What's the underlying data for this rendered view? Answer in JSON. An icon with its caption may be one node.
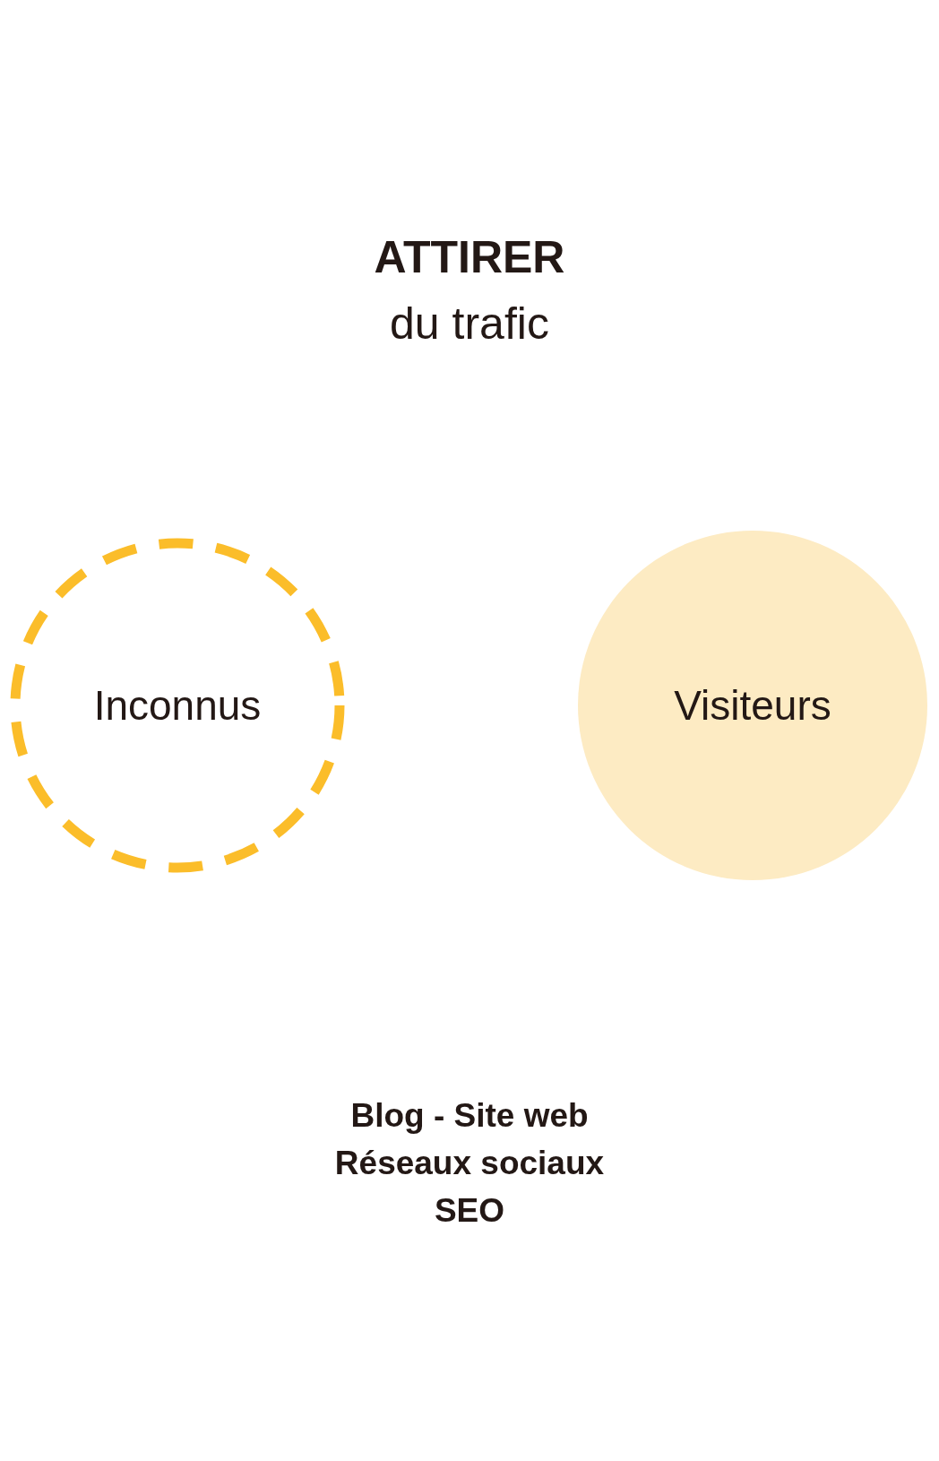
{
  "diagram": {
    "title": "ATTIRER",
    "nodes": [
      {
        "text": [
          "Inconnus"
        ]
      },
      {
        "text": [
          "Visiteurs"
        ]
      }
    ],
    "labels": [
      "du trafic",
      "Blog - Site web",
      "Réseaux sociaux",
      "SEO"
    ]
  }
}
